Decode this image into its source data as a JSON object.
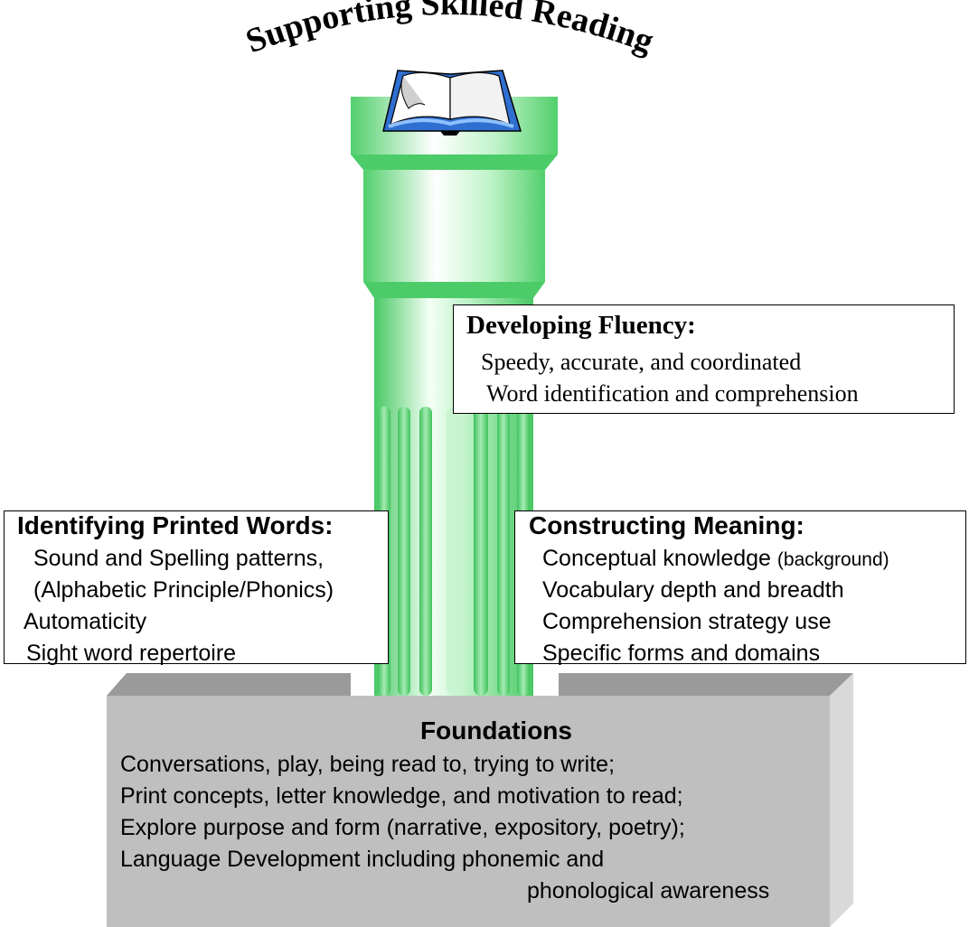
{
  "title": "Supporting Skilled Reading",
  "colors": {
    "column_light": "#e6fbe9",
    "column_mid": "#8ce69c",
    "column_dark": "#48c864",
    "base_front": "#bfbfbf",
    "base_top": "#9a9a9a",
    "base_side": "#d9d9d9",
    "book_blue": "#2f6fd0",
    "book_cover_light": "#8fc0ff"
  },
  "icons": {
    "book": "open-book-icon"
  },
  "fluency": {
    "heading": "Developing Fluency:",
    "lines": [
      "Speedy, accurate, and coordinated",
      "Word identification and comprehension"
    ]
  },
  "printed_words": {
    "heading": "Identifying Printed Words:",
    "lines": [
      "Sound and Spelling patterns,",
      "(Alphabetic Principle/Phonics)",
      "Automaticity",
      "Sight word repertoire"
    ]
  },
  "meaning": {
    "heading": "Constructing Meaning:",
    "line1_main": "Conceptual knowledge",
    "line1_small": "(background)",
    "lines": [
      "Vocabulary depth and breadth",
      "Comprehension strategy use",
      "Specific forms and domains"
    ]
  },
  "foundations": {
    "heading": "Foundations",
    "lines": [
      "Conversations, play, being read to, trying to write;",
      "Print concepts, letter knowledge, and motivation to read;",
      "Explore purpose and form (narrative, expository,  poetry);",
      "Language Development including phonemic and",
      "phonological awareness"
    ]
  }
}
